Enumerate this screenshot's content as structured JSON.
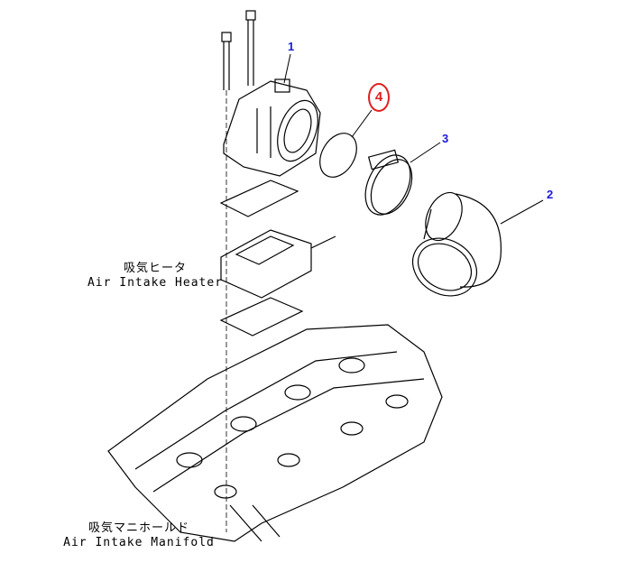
{
  "callouts": {
    "part1": "1",
    "part2": "2",
    "part3": "3",
    "part4": "4"
  },
  "labels": {
    "heater_jp": "吸気ヒータ",
    "heater_en": "Air Intake Heater",
    "manifold_jp": "吸気マニホールド",
    "manifold_en": "Air Intake Manifold"
  },
  "colors": {
    "callout": "#1a1adc",
    "highlight": "#e02020"
  }
}
